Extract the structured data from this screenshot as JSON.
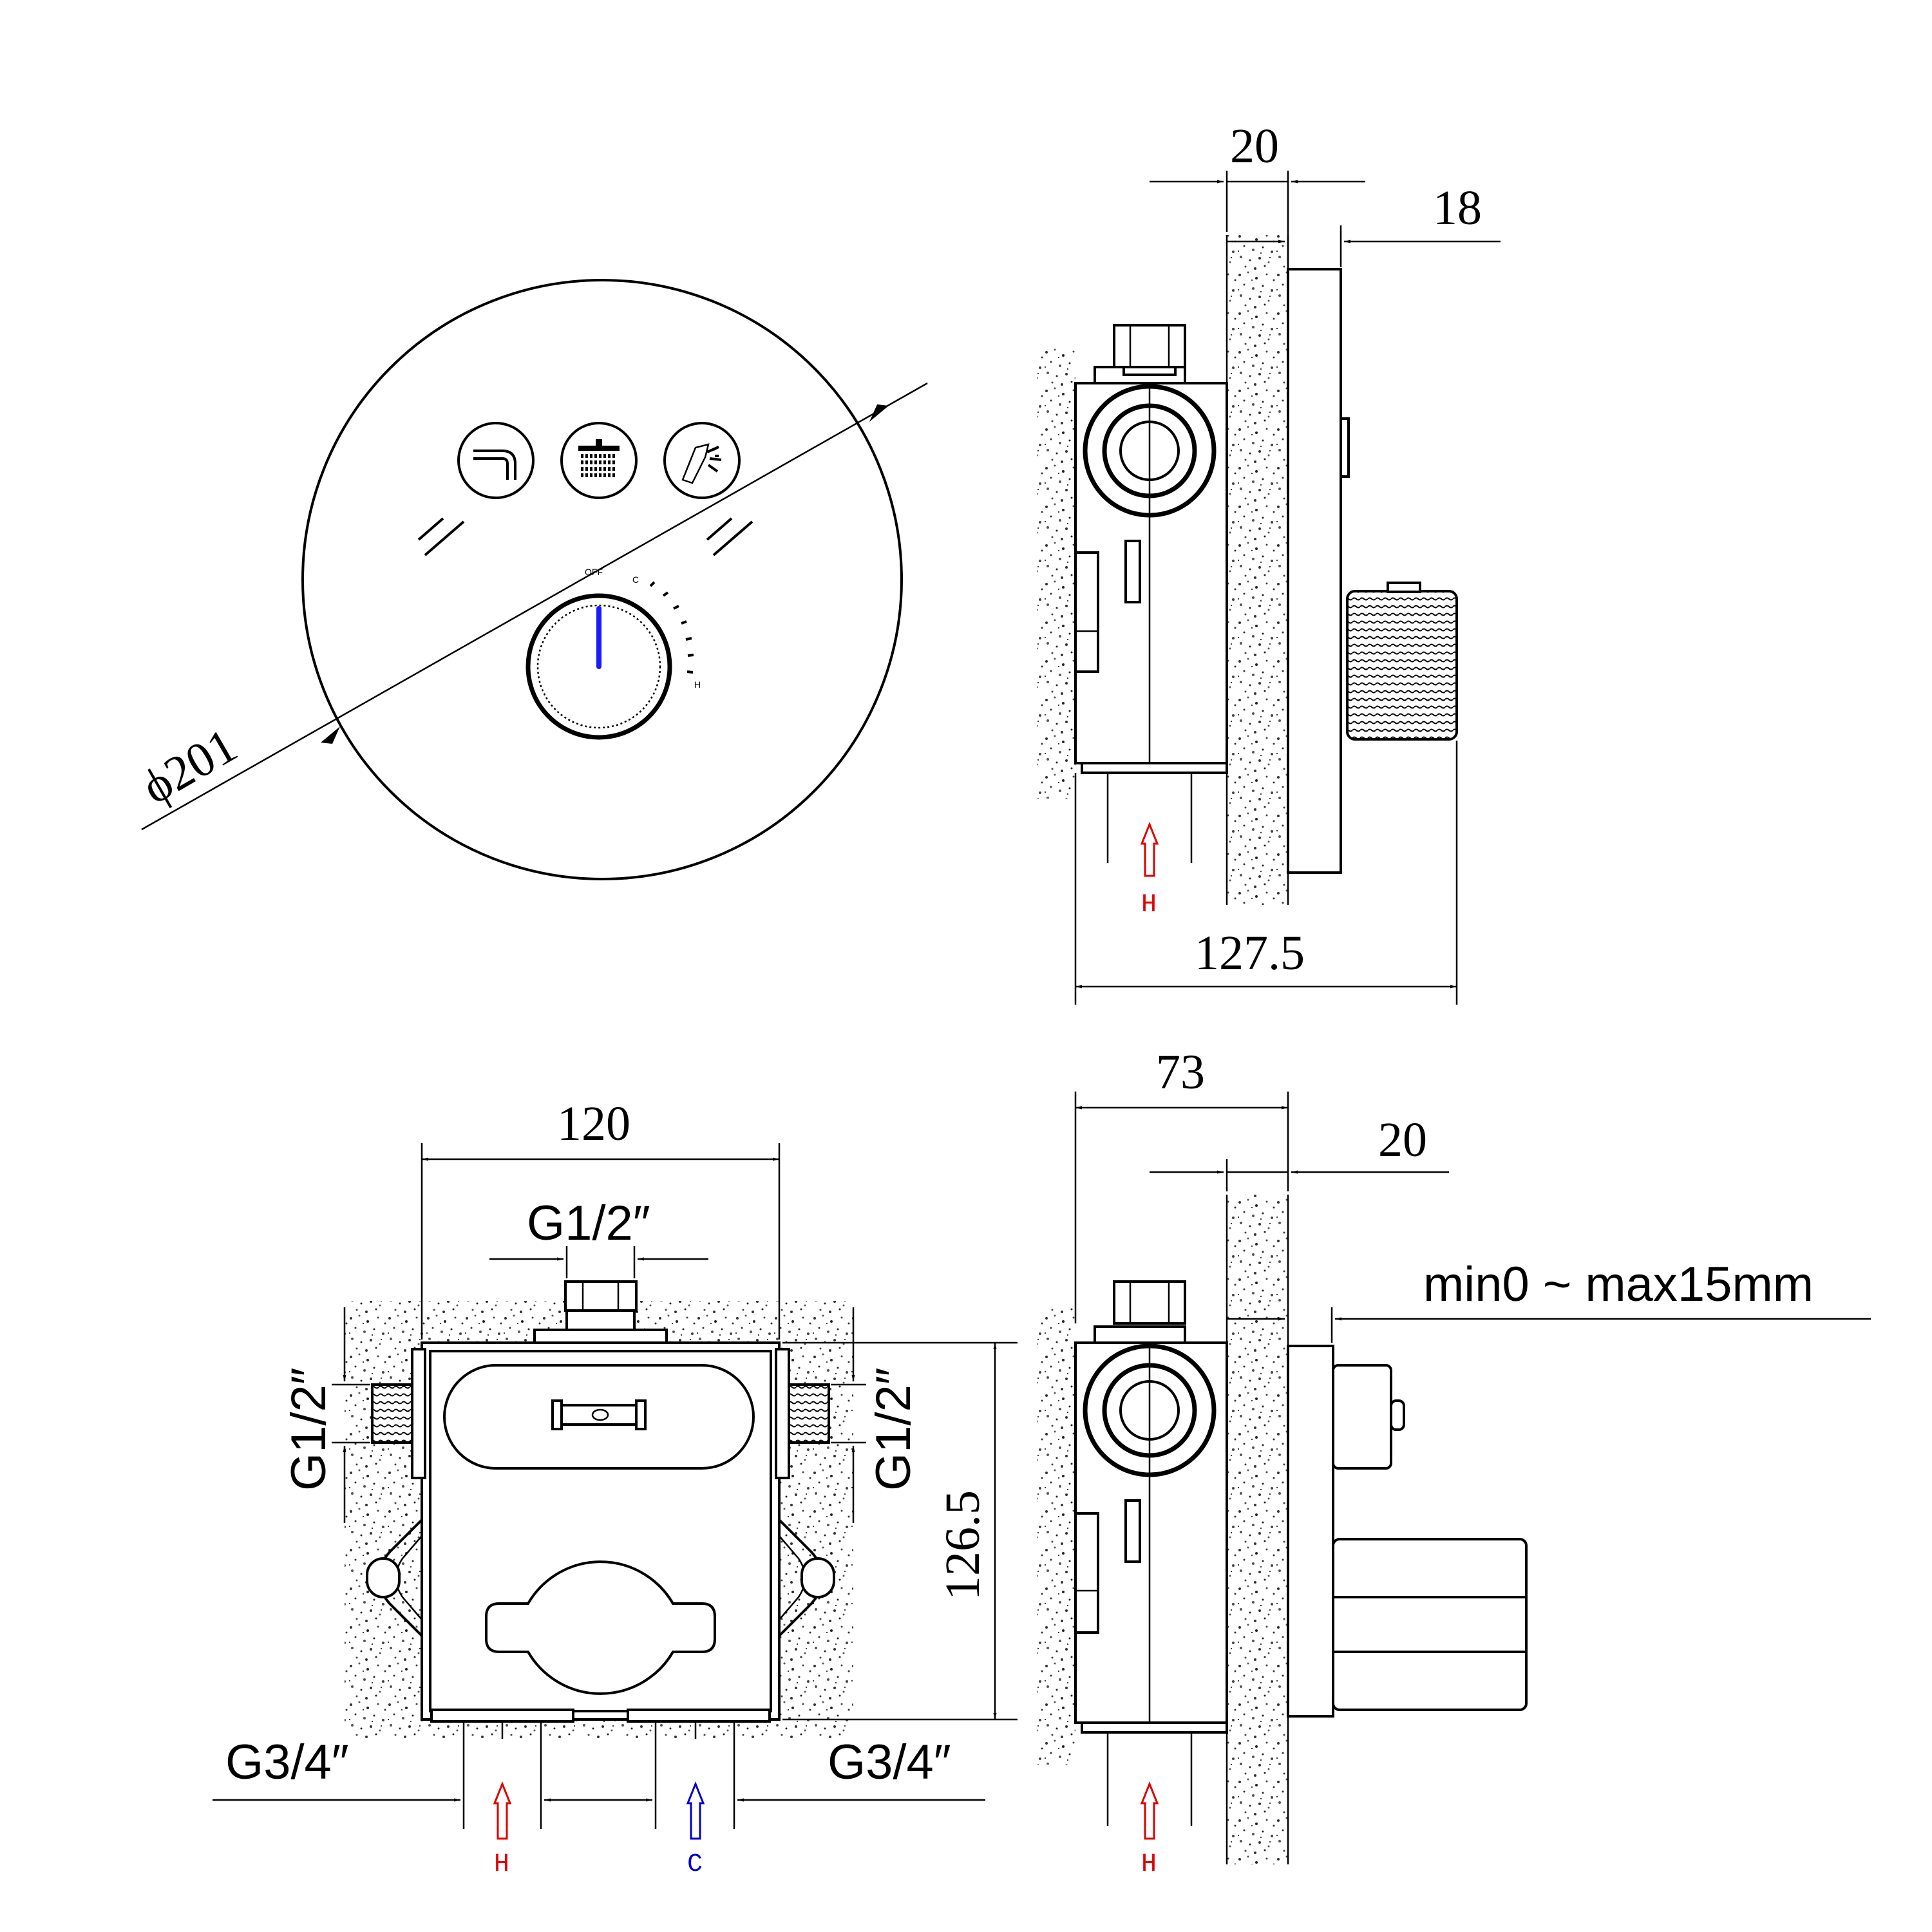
{
  "front_panel": {
    "diameter_label": "ϕ201",
    "dial": {
      "off": "OFF",
      "cold": "C",
      "hot": "H"
    },
    "buttons": [
      "spout-icon",
      "rain-shower-icon",
      "hand-shower-icon"
    ]
  },
  "side_view_top": {
    "dims": {
      "wall": "20",
      "plate": "18",
      "depth": "127.5"
    },
    "inlet_label": "H"
  },
  "front_view_body": {
    "dims": {
      "width": "120",
      "height": "126.5"
    },
    "threads": {
      "top": "G1/2″",
      "left": "G1/2″",
      "right": "G1/2″",
      "bottom_left": "G3/4″",
      "bottom_right": "G3/4″"
    },
    "inlets": {
      "hot": "H",
      "cold": "C"
    }
  },
  "side_view_bottom": {
    "dims": {
      "body": "73",
      "wall": "20"
    },
    "range_label": "min0 ~ max15mm",
    "inlet_label": "H"
  },
  "colors": {
    "hot": "#e00000",
    "cold": "#0000cc",
    "indicator": "#1a1aff",
    "line": "#000000"
  }
}
